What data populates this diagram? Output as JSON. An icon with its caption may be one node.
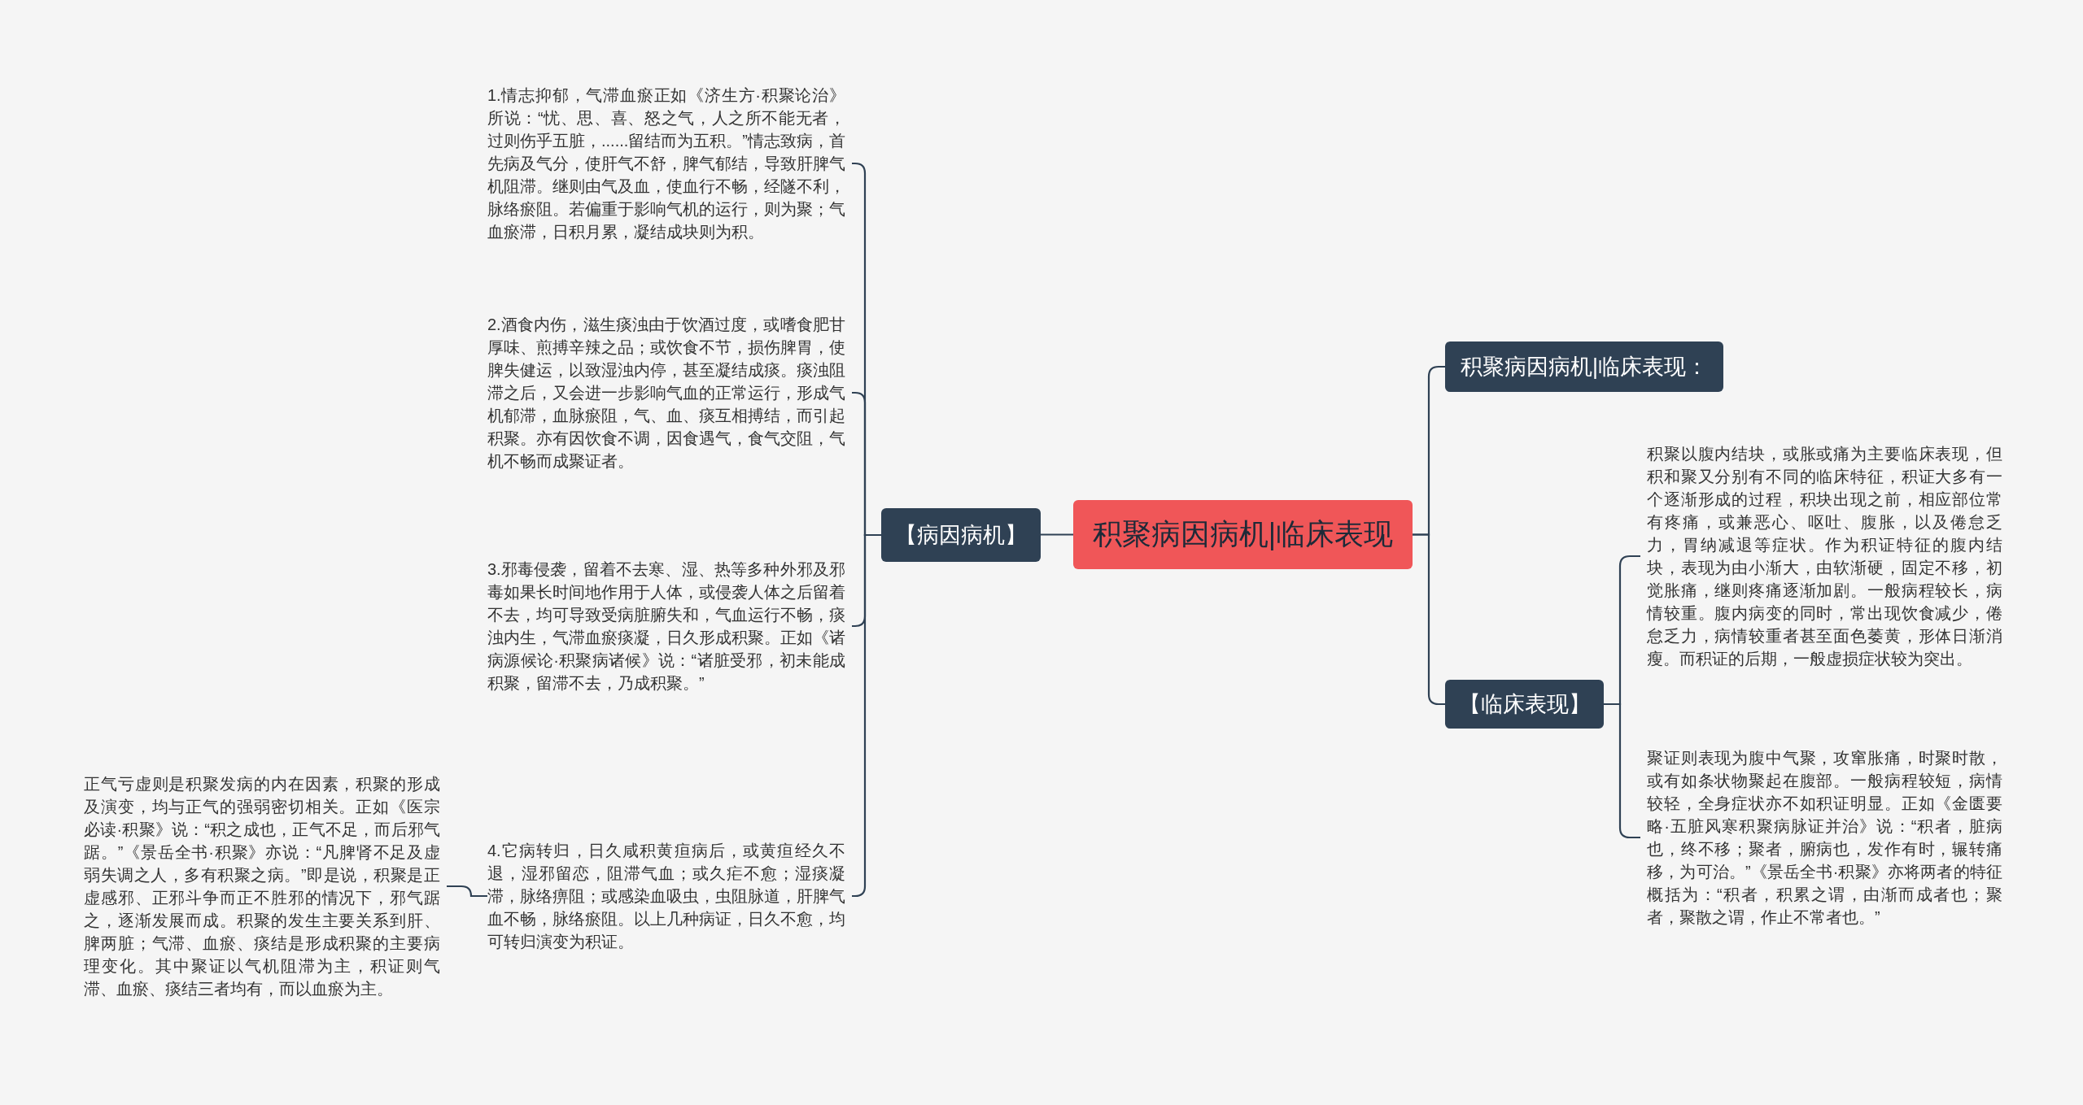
{
  "diagram": {
    "nodes": [
      {
        "text": [
          "积聚病因病机|临床表现"
        ]
      },
      {
        "text": [
          "【病因病机】"
        ]
      },
      {
        "text": [
          "1.情志抑郁，气滞血瘀正如《济生方·积聚论治》所说：“忧、思、喜、怒之气，人之所不能无者，过则伤乎五脏，......留结而为五积。”情志致病，首先病及气分，使肝气不舒，脾气郁结，导致肝脾气机阻滞。继则由气及血，使血行不畅，经隧不利，脉络瘀阻。若偏重于影响气机的运行，则为聚；气血瘀滞，日积月累，凝结成块则为积。"
        ]
      },
      {
        "text": [
          "2.酒食内伤，滋生痰浊由于饮酒过度，或嗜食肥甘厚味、煎搏辛辣之品；或饮食不节，损伤脾胃，使脾失健运，以致湿浊内停，甚至凝结成痰。痰浊阻滞之后，又会进一步影响气血的正常运行，形成气机郁滞，血脉瘀阻，气、血、痰互相搏结，而引起积聚。亦有因饮食不调，因食遇气，食气交阻，气机不畅而成聚证者。"
        ]
      },
      {
        "text": [
          "3.邪毒侵袭，留着不去寒、湿、热等多种外邪及邪毒如果长时间地作用于人体，或侵袭人体之后留着不去，均可导致受病脏腑失和，气血运行不畅，痰浊内生，气滞血瘀痰凝，日久形成积聚。正如《诸病源候论·积聚病诸候》说：“诸脏受邪，初未能成积聚，留滞不去，乃成积聚。”"
        ]
      },
      {
        "text": [
          "4.它病转归，日久咸积黄疸病后，或黄疸经久不退，湿邪留恋，阻滞气血；或久疟不愈；湿痰凝滞，脉络痹阻；或感染血吸虫，虫阻脉道，肝脾气血不畅，脉络瘀阻。以上几种病证，日久不愈，均可转归演变为积证。"
        ]
      },
      {
        "text": [
          "正气亏虚则是积聚发病的内在因素，积聚的形成及演变，均与正气的强弱密切相关。正如《医宗必读·积聚》说：“积之成也，正气不足，而后邪气踞。”《景岳全书·积聚》亦说：“凡脾肾不足及虚弱失调之人，多有积聚之病。”即是说，积聚是正虚感邪、正邪斗争而正不胜邪的情况下，邪气踞之，逐渐发展而成。积聚的发生主要关系到肝、脾两脏；气滞、血瘀、痰结是形成积聚的主要病理变化。其中聚证以气机阻滞为主，积证则气滞、血瘀、痰结三者均有，而以血瘀为主。"
        ]
      },
      {
        "text": [
          "积聚病因病机|临床表现："
        ]
      },
      {
        "text": [
          "【临床表现】"
        ]
      },
      {
        "text": [
          "积聚以腹内结块，或胀或痛为主要临床表现，但积和聚又分别有不同的临床特征，积证大多有一个逐渐形成的过程，积块出现之前，相应部位常有疼痛，或兼恶心、呕吐、腹胀，以及倦怠乏力，胃纳减退等症状。作为积证特征的腹内结块，表现为由小渐大，由软渐硬，固定不移，初觉胀痛，继则疼痛逐渐加剧。一般病程较长，病情较重。腹内病变的同时，常出现饮食减少，倦怠乏力，病情较重者甚至面色萎黄，形体日渐消瘦。而积证的后期，一般虚损症状较为突出。"
        ]
      },
      {
        "text": [
          "聚证则表现为腹中气聚，攻窜胀痛，时聚时散，或有如条状物聚起在腹部。一般病程较短，病情较轻，全身症状亦不如积证明显。正如《金匮要略·五脏风寒积聚病脉证并治》说：“积者，脏病也，终不移；聚者，腑病也，发作有时，辗转痛移，为可治。”《景岳全书·积聚》亦将两者的特征概括为：“积者，积累之谓，由渐而成者也；聚者，聚散之谓，作止不常者也。”"
        ]
      }
    ],
    "edges": [
      {
        "from": 0,
        "to": 1,
        "arrow": "none"
      },
      {
        "from": 1,
        "to": 2,
        "arrow": "none"
      },
      {
        "from": 1,
        "to": 3,
        "arrow": "none"
      },
      {
        "from": 1,
        "to": 4,
        "arrow": "none"
      },
      {
        "from": 1,
        "to": 5,
        "arrow": "none"
      },
      {
        "from": 5,
        "to": 6,
        "arrow": "none"
      },
      {
        "from": 0,
        "to": 7,
        "arrow": "none"
      },
      {
        "from": 0,
        "to": 8,
        "arrow": "none"
      },
      {
        "from": 8,
        "to": 9,
        "arrow": "none"
      },
      {
        "from": 8,
        "to": 10,
        "arrow": "none"
      }
    ]
  }
}
